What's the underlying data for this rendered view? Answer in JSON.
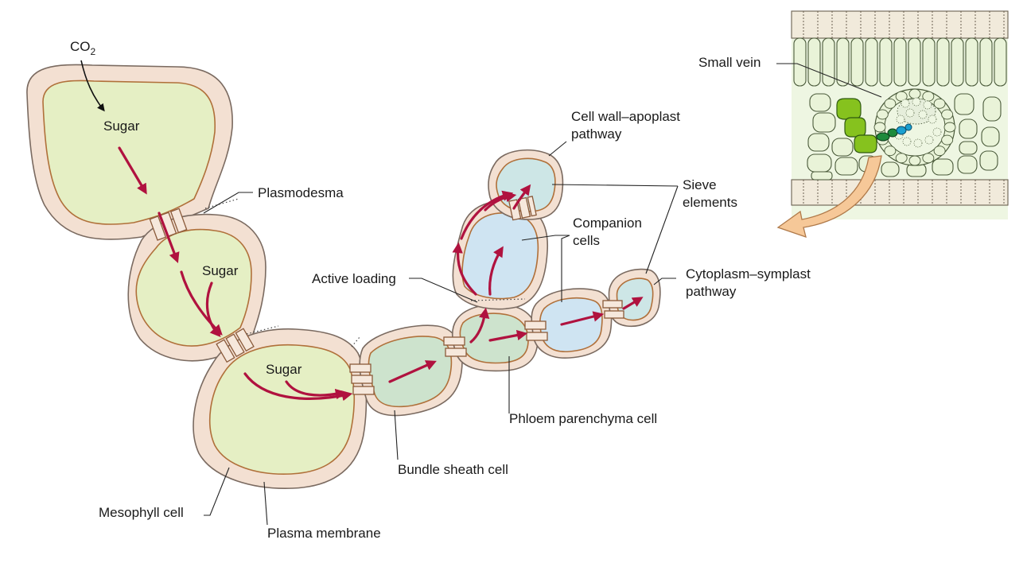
{
  "labels": {
    "co2_base": "CO",
    "co2_sub": "2",
    "sugar_1": "Sugar",
    "sugar_2": "Sugar",
    "sugar_3": "Sugar",
    "plasmodesma": "Plasmodesma",
    "small_vein": "Small vein",
    "apoplast_line1": "Cell wall–apoplast",
    "apoplast_line2": "pathway",
    "sieve_line1": "Sieve",
    "sieve_line2": "elements",
    "companion_line1": "Companion",
    "companion_line2": "cells",
    "active_loading": "Active loading",
    "symplast_line1": "Cytoplasm–symplast",
    "symplast_line2": "pathway",
    "phloem_parenchyma": "Phloem parenchyma cell",
    "bundle_sheath": "Bundle sheath cell",
    "mesophyll": "Mesophyll cell",
    "plasma_membrane": "Plasma membrane"
  },
  "colors": {
    "arrow": "#b0123f",
    "cell_wall": "#f3e0d2",
    "mesophyll_cytoplasm": "#e5efc4",
    "bundle_sheath": "#cde3cd",
    "companion_cell": "#cfe4f2",
    "sieve_element": "#cde6e6",
    "highlight_green": "#86c21e",
    "highlight_darkgreen": "#1e8a3c",
    "highlight_blue": "#1aa0d0"
  }
}
